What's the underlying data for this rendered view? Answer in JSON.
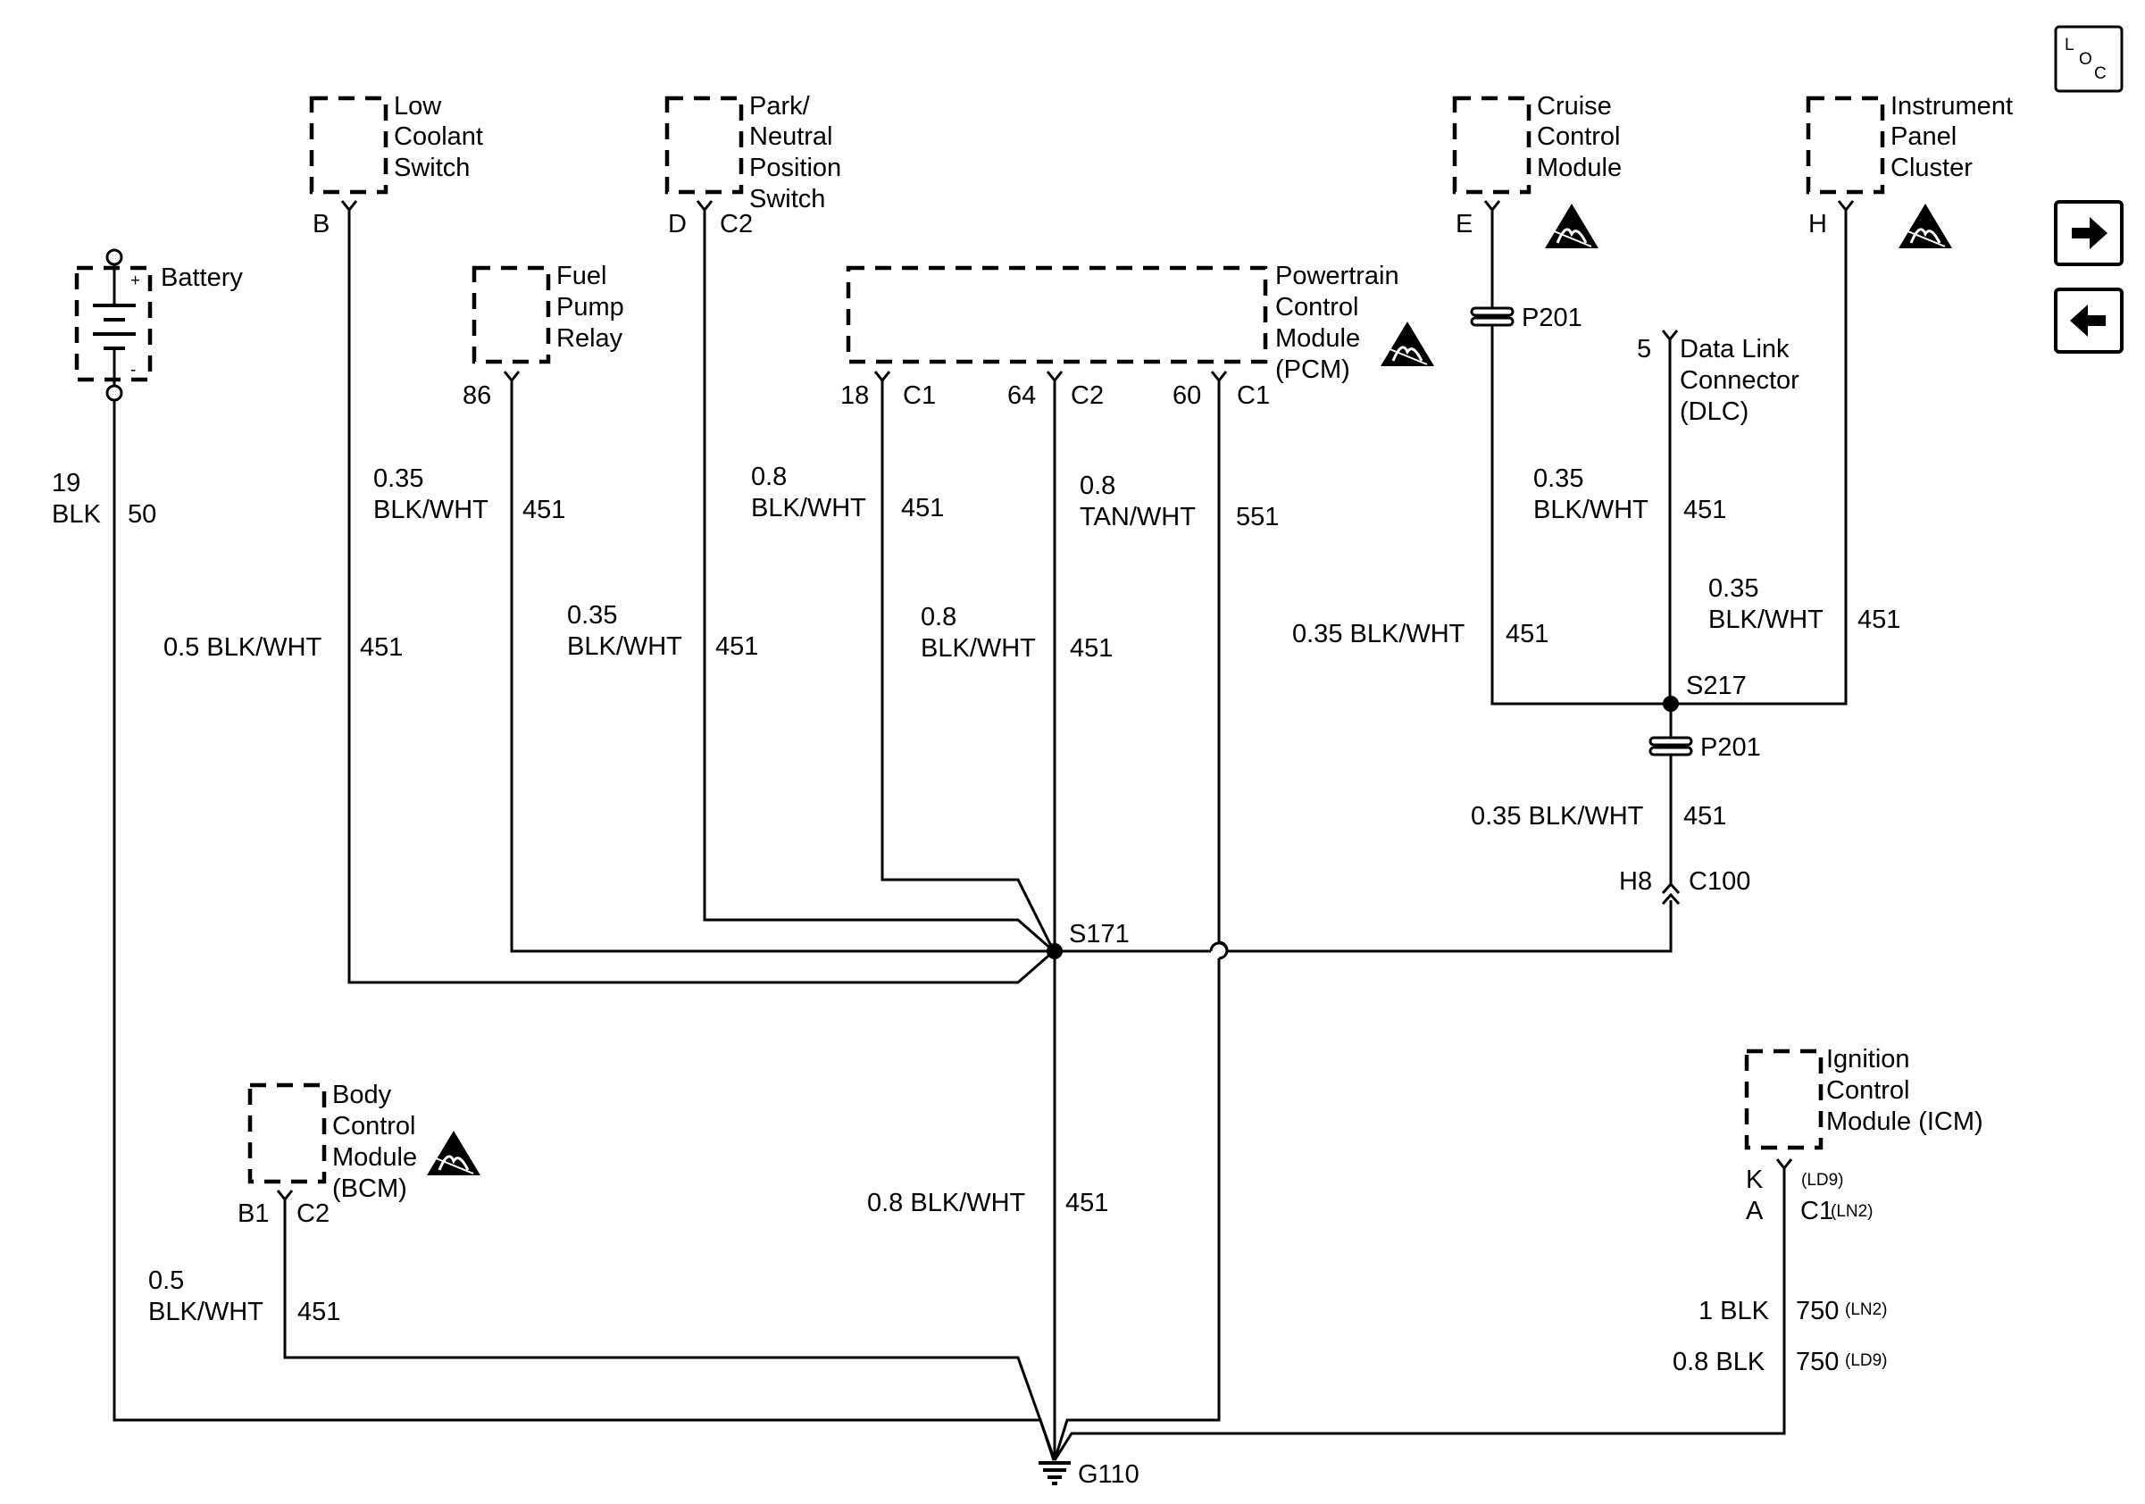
{
  "components": {
    "low_coolant": {
      "line1": "Low",
      "line2": "Coolant",
      "line3": "Switch",
      "pin": "B"
    },
    "park_neutral": {
      "line1": "Park/",
      "line2": "Neutral",
      "line3": "Position",
      "line4": "Switch",
      "pin": "D",
      "conn": "C2"
    },
    "cruise": {
      "line1": "Cruise",
      "line2": "Control",
      "line3": "Module",
      "pin": "E"
    },
    "ipc": {
      "line1": "Instrument",
      "line2": "Panel",
      "line3": "Cluster",
      "pin": "H"
    },
    "battery": {
      "label": "Battery"
    },
    "fuel_pump": {
      "line1": "Fuel",
      "line2": "Pump",
      "line3": "Relay",
      "pin": "86"
    },
    "pcm": {
      "line1": "Powertrain",
      "line2": "Control",
      "line3": "Module",
      "line4": "(PCM)",
      "pin1": "18",
      "conn1": "C1",
      "pin2": "64",
      "conn2": "C2",
      "pin3": "60",
      "conn3": "C1"
    },
    "dlc": {
      "pin": "5",
      "line1": "Data Link",
      "line2": "Connector",
      "line3": "(DLC)"
    },
    "bcm": {
      "line1": "Body",
      "line2": "Control",
      "line3": "Module",
      "line4": "(BCM)",
      "pin": "B1",
      "conn": "C2"
    },
    "icm": {
      "line1": "Ignition",
      "line2": "Control",
      "line3": "Module (ICM)",
      "pin_k": "K",
      "pin_a": "A",
      "ld9": "(LD9)",
      "conn": "C1",
      "ln2": "(LN2)"
    }
  },
  "wires": {
    "battery": {
      "gauge": "19",
      "color": "BLK",
      "circuit": "50"
    },
    "low_coolant": {
      "label": "0.5 BLK/WHT",
      "circuit": "451"
    },
    "fuel_pump": {
      "gauge": "0.35",
      "color": "BLK/WHT",
      "circuit": "451"
    },
    "park_neutral": {
      "gauge": "0.35",
      "color": "BLK/WHT",
      "circuit": "451"
    },
    "pcm18": {
      "gauge": "0.8",
      "color": "BLK/WHT",
      "circuit": "451"
    },
    "pcm64": {
      "gauge": "0.8",
      "color": "BLK/WHT",
      "circuit": "451"
    },
    "pcm60": {
      "gauge": "0.8",
      "color": "TAN/WHT",
      "circuit": "551"
    },
    "dlc": {
      "gauge": "0.35",
      "color": "BLK/WHT",
      "circuit": "451"
    },
    "cruise": {
      "label": "0.35 BLK/WHT",
      "circuit": "451"
    },
    "ipc": {
      "gauge": "0.35",
      "color": "BLK/WHT",
      "circuit": "451"
    },
    "s217_down": {
      "label": "0.35 BLK/WHT",
      "circuit": "451"
    },
    "ground_trunk": {
      "label": "0.8 BLK/WHT",
      "circuit": "451"
    },
    "bcm": {
      "gauge": "0.5",
      "color": "BLK/WHT",
      "circuit": "451"
    },
    "icm_ln2": {
      "label": "1 BLK",
      "circuit": "750",
      "variant": "(LN2)"
    },
    "icm_ld9": {
      "label": "0.8 BLK",
      "circuit": "750",
      "variant": "(LD9)"
    }
  },
  "connectors": {
    "p201_upper": "P201",
    "p201_lower": "P201",
    "c100_pin": "H8",
    "c100": "C100"
  },
  "splices": {
    "s171": "S171",
    "s217": "S217"
  },
  "ground": {
    "label": "G110"
  },
  "nav": {
    "loc_l": "L",
    "loc_o": "O",
    "loc_c": "C",
    "next_icon": "arrow-right-icon",
    "prev_icon": "arrow-left-icon"
  },
  "icons": {
    "esd": "esd-warning-icon"
  }
}
